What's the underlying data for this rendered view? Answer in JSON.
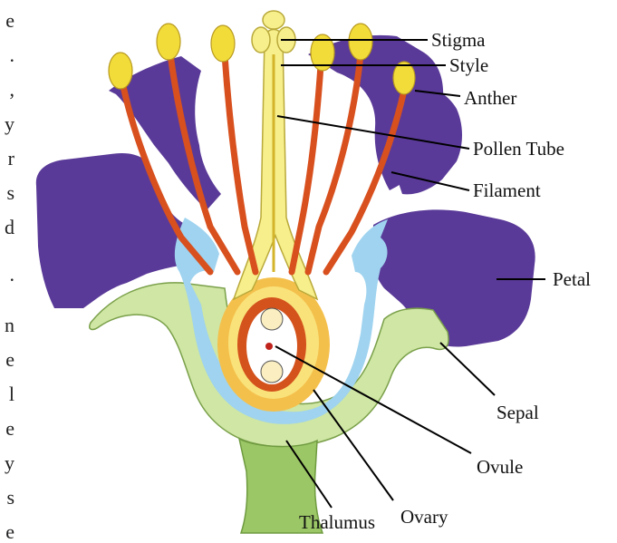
{
  "colors": {
    "petal": "#5a3a98",
    "petal_dark": "#4a2d86",
    "anther": "#f2dc3a",
    "filament": "#d8501e",
    "style": "#f7ef8c",
    "ovary_outer": "#f4c04c",
    "ovary_inner": "#f9e27a",
    "ovule_wall": "#d4521c",
    "sepal_blue": "#9fd3ef",
    "sepal_green": "#cfe6a4",
    "thalamus": "#9cc766",
    "leader": "#000000"
  },
  "edge_text": [
    "e",
    ".",
    ",",
    "y",
    "r",
    "s",
    "d",
    ".",
    "n",
    "e",
    "l",
    "e",
    "y",
    "s",
    "e"
  ],
  "labels": {
    "stigma": "Stigma",
    "style": "Style",
    "anther": "Anther",
    "pollen_tube": "Pollen Tube",
    "filament": "Filament",
    "petal": "Petal",
    "sepal": "Sepal",
    "ovule": "Ovule",
    "ovary": "Ovary",
    "thalumus": "Thalumus"
  }
}
